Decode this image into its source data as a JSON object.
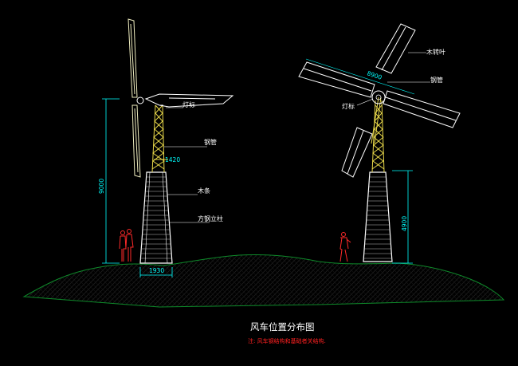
{
  "labels": {
    "light_left": "灯标",
    "steel_pipe_left": "钢管",
    "wood_strip": "木条",
    "square_steel_column": "方钢立柱",
    "wood_blade": "木转叶",
    "steel_pipe_right": "钢管",
    "light_right": "灯标"
  },
  "dimensions": {
    "left_height": "9000",
    "top_width": "1420",
    "base_width": "1930",
    "blade_span": "8900",
    "right_base_height": "4900"
  },
  "caption": {
    "title": "风车位置分布图",
    "note": "注: 风车钢结构和基础者关结构."
  },
  "colors": {
    "background": "#000000",
    "dimension": "#00ffff",
    "steel_frame": "#e8d84a",
    "hill": "#0e8a2a",
    "figure": "#ff2a2a",
    "note": "#ff2020"
  }
}
